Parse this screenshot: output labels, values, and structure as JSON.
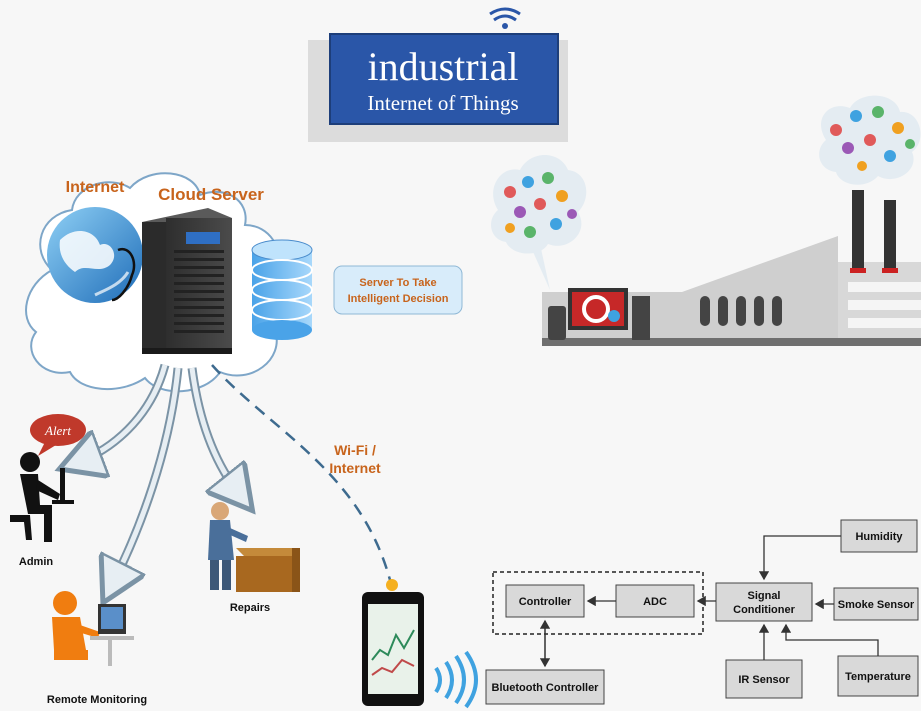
{
  "logo": {
    "line1": "industrial",
    "line2": "Internet of Things"
  },
  "cloud": {
    "internet_label": "Internet",
    "server_label": "Cloud Server",
    "decision_label_1": "Server To Take",
    "decision_label_2": "Intelligent Decision"
  },
  "links": {
    "wifi_label_1": "Wi-Fi /",
    "wifi_label_2": "Internet"
  },
  "nodes": {
    "admin": "Admin",
    "alert": "Alert",
    "repairs": "Repairs",
    "remote": "Remote Monitoring"
  },
  "blocks": {
    "controller": "Controller",
    "adc": "ADC",
    "signal_1": "Signal",
    "signal_2": "Conditioner",
    "humidity": "Humidity",
    "smoke": "Smoke Sensor",
    "ir": "IR Sensor",
    "temperature": "Temperature",
    "bluetooth": "Bluetooth Controller"
  },
  "colors": {
    "logo_blue": "#2a56a8",
    "label_orange": "#c8641c",
    "cloud_line": "#7ea6c8",
    "bubble_fill": "#d8ecfa",
    "block_fill": "#d9d9d9",
    "factory_gray": "#cfcfcf",
    "link_blue": "#3e6b8f"
  }
}
